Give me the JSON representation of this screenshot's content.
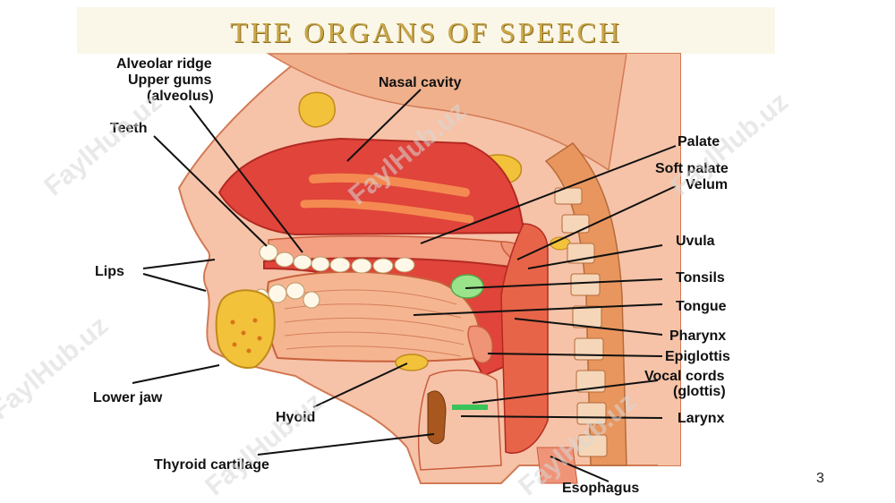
{
  "title": "THE ORGANS OF SPEECH",
  "page_number": "3",
  "watermark": "FaylHub.uz",
  "labels": {
    "alveolar_ridge": "Alveolar ridge",
    "upper_gums": "Upper gums",
    "alveolus": "(alveolus)",
    "nasal_cavity": "Nasal cavity",
    "teeth": "Teeth",
    "palate": "Palate",
    "soft_palate": "Soft palate",
    "velum": "Velum",
    "uvula": "Uvula",
    "lips": "Lips",
    "tonsils": "Tonsils",
    "tongue": "Tongue",
    "pharynx": "Pharynx",
    "epiglottis": "Epiglottis",
    "vocal_cords": "Vocal cords",
    "glottis": "(glottis)",
    "lower_jaw": "Lower jaw",
    "hyoid": "Hyoid",
    "larynx": "Larynx",
    "thyroid_cartilage": "Thyroid cartilage",
    "esophagus": "Esophagus"
  },
  "colors": {
    "tissue": "#f6c3a8",
    "cavity": "#e0443a",
    "bone": "#f2c23a",
    "spine": "#e9965e",
    "tonsil": "#9be38a"
  }
}
